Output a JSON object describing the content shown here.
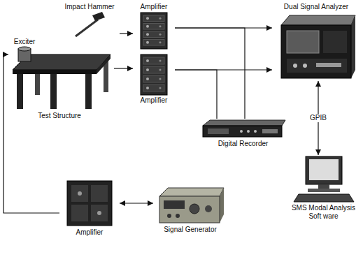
{
  "diagram": {
    "nodes": [
      {
        "text": [
          "Impact Hammer"
        ]
      },
      {
        "text": [
          "Test Structure"
        ]
      },
      {
        "text": [
          "Exciter"
        ],
        "in": 1
      },
      {
        "text": [
          "Amplifier"
        ]
      },
      {
        "text": [
          "Amplifier"
        ]
      },
      {
        "text": [
          "Dual Signal Analyzer"
        ]
      },
      {
        "text": [
          "Digital Recorder"
        ]
      },
      {
        "text": [
          "SMS Modal Analysis Soft ware"
        ]
      },
      {
        "text": [
          "Amplifier"
        ]
      },
      {
        "text": [
          "Signal Generator"
        ]
      }
    ],
    "edges": [
      {
        "from": 0,
        "to": 3,
        "arrow": "to"
      },
      {
        "from": 1,
        "to": 4,
        "arrow": "to"
      },
      {
        "from": 3,
        "to": 5,
        "arrow": "to"
      },
      {
        "from": 4,
        "to": 5,
        "arrow": "to"
      },
      {
        "from": 3,
        "to": 6,
        "arrow": "none"
      },
      {
        "from": 4,
        "to": 6,
        "arrow": "none"
      },
      {
        "from": 5,
        "to": 7,
        "label": "GPIB",
        "arrow": "both"
      },
      {
        "from": 8,
        "to": 9,
        "arrow": "both"
      },
      {
        "from": 8,
        "to": 2,
        "arrow": "to"
      }
    ]
  }
}
